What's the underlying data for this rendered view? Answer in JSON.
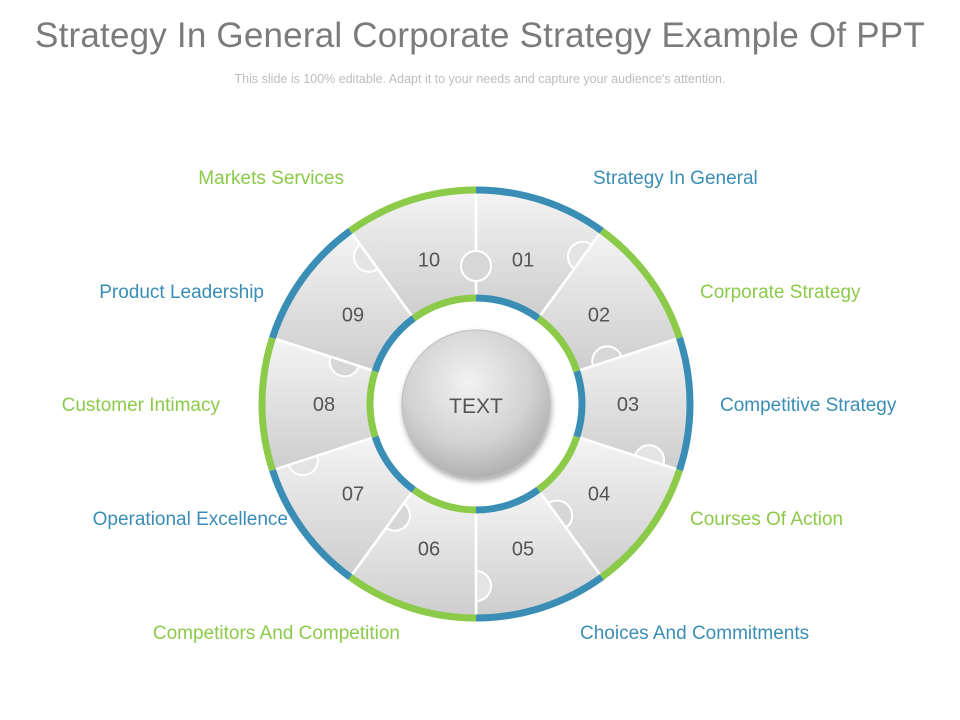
{
  "title": "Strategy In General Corporate Strategy Example Of PPT",
  "subtitle": "This slide is 100% editable. Adapt it to your needs and capture your audience's attention.",
  "colors": {
    "blue": "#3a8db5",
    "green": "#8cca4a",
    "piece_light": "#f2f2f2",
    "piece_dark": "#c9c9c9",
    "number_text": "#555555"
  },
  "center_text": "TEXT",
  "segments": [
    {
      "number": "01",
      "label": "Strategy In General",
      "color": "blue"
    },
    {
      "number": "02",
      "label": "Corporate Strategy",
      "color": "green"
    },
    {
      "number": "03",
      "label": "Competitive Strategy",
      "color": "blue"
    },
    {
      "number": "04",
      "label": "Courses Of Action",
      "color": "green"
    },
    {
      "number": "05",
      "label": "Choices And Commitments",
      "color": "blue"
    },
    {
      "number": "06",
      "label": "Competitors And Competition",
      "color": "green"
    },
    {
      "number": "07",
      "label": "Operational Excellence",
      "color": "blue"
    },
    {
      "number": "08",
      "label": "Customer Intimacy",
      "color": "green"
    },
    {
      "number": "09",
      "label": "Product Leadership",
      "color": "blue"
    },
    {
      "number": "10",
      "label": "Markets Services",
      "color": "green"
    }
  ]
}
